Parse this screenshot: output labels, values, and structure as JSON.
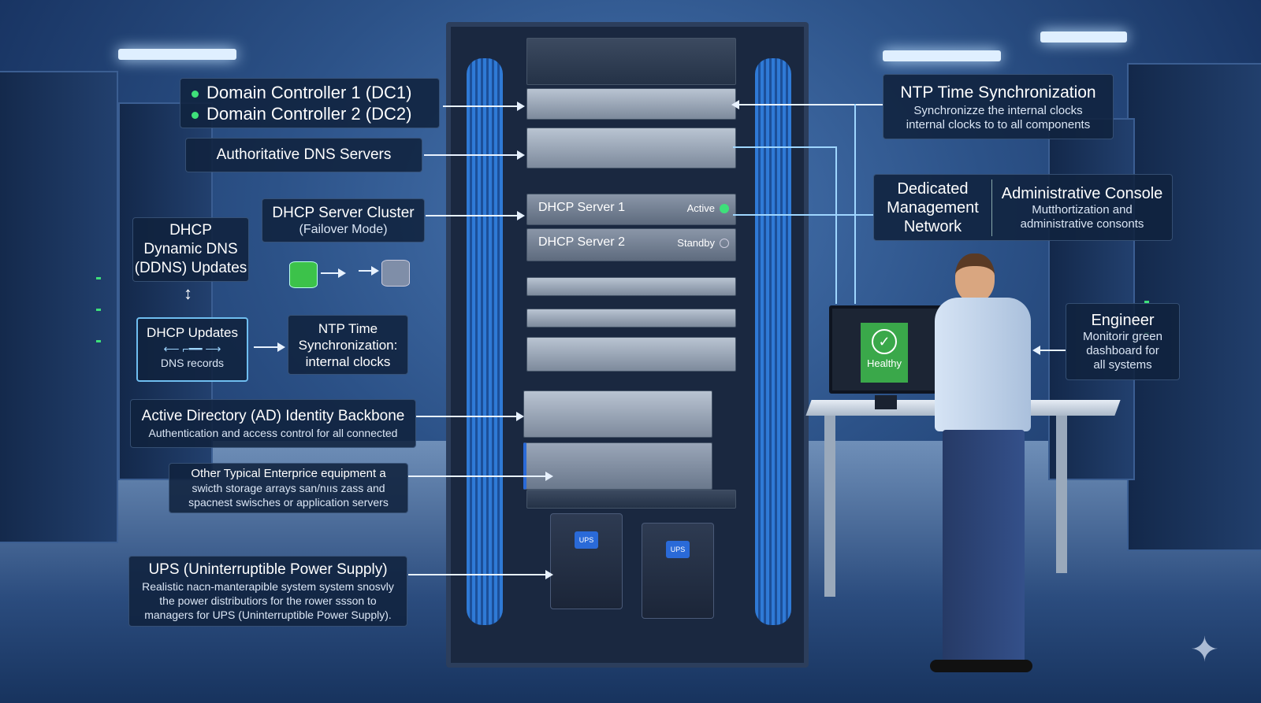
{
  "labels": {
    "dc1": "Domain Controller 1 (DC1)",
    "dc2": "Domain Controller 2 (DC2)",
    "dns": "Authoritative DNS Servers",
    "dhcp_cluster_title": "DHCP Server Cluster",
    "dhcp_cluster_sub": "(Failover Mode)",
    "ddns_lines": [
      "DHCP",
      "Dynamic DNS",
      "(DDNS) Updates"
    ],
    "dhcp_updates": "DHCP Updates",
    "dns_records": "DNS records",
    "ntp_small_lines": [
      "NTP Time",
      "Synchronization:",
      "internal clocks"
    ],
    "ad_title": "Active Directory (AD) Identity Backbone",
    "ad_sub": "Authentication and access control for all connected",
    "other_lines": [
      "Other Typical Enterprice equipment a",
      "swicth storage arrays san/nııs zass and",
      "spacnest swisches or application servers"
    ],
    "ups_title": "UPS (Uninterruptible Power Supply)",
    "ups_lines": [
      "Realistic nacn-manterapible system system snosvly",
      "the power distributiors for the rower ssson to",
      "managers for UPS (Uninterruptible Power Supply)."
    ],
    "ntp_title": "NTP Time Synchronization",
    "ntp_lines": [
      "Synchronizze the internal clocks",
      "internal clocks to to all components"
    ],
    "mgmt_lines": [
      "Dedicated",
      "Management",
      "Network"
    ],
    "console_title": "Administrative Console",
    "console_lines": [
      "Mutthortization and",
      "administrative consonts"
    ],
    "engineer_title": "Engineer",
    "engineer_lines": [
      "Monitorir green",
      "dashboard  for",
      "all systems"
    ]
  },
  "rack": {
    "dhcp1": "DHCP Server 1",
    "dhcp1_status": "Active",
    "dhcp2": "DHCP Server 2",
    "dhcp2_status": "Standby",
    "ups_badge": "UPS"
  },
  "monitor": {
    "status": "Healthy",
    "icon": "check-icon"
  },
  "colors": {
    "accent_green": "#3ee07a",
    "panel": "#10223e",
    "cable_blue": "#2f7ad6"
  }
}
